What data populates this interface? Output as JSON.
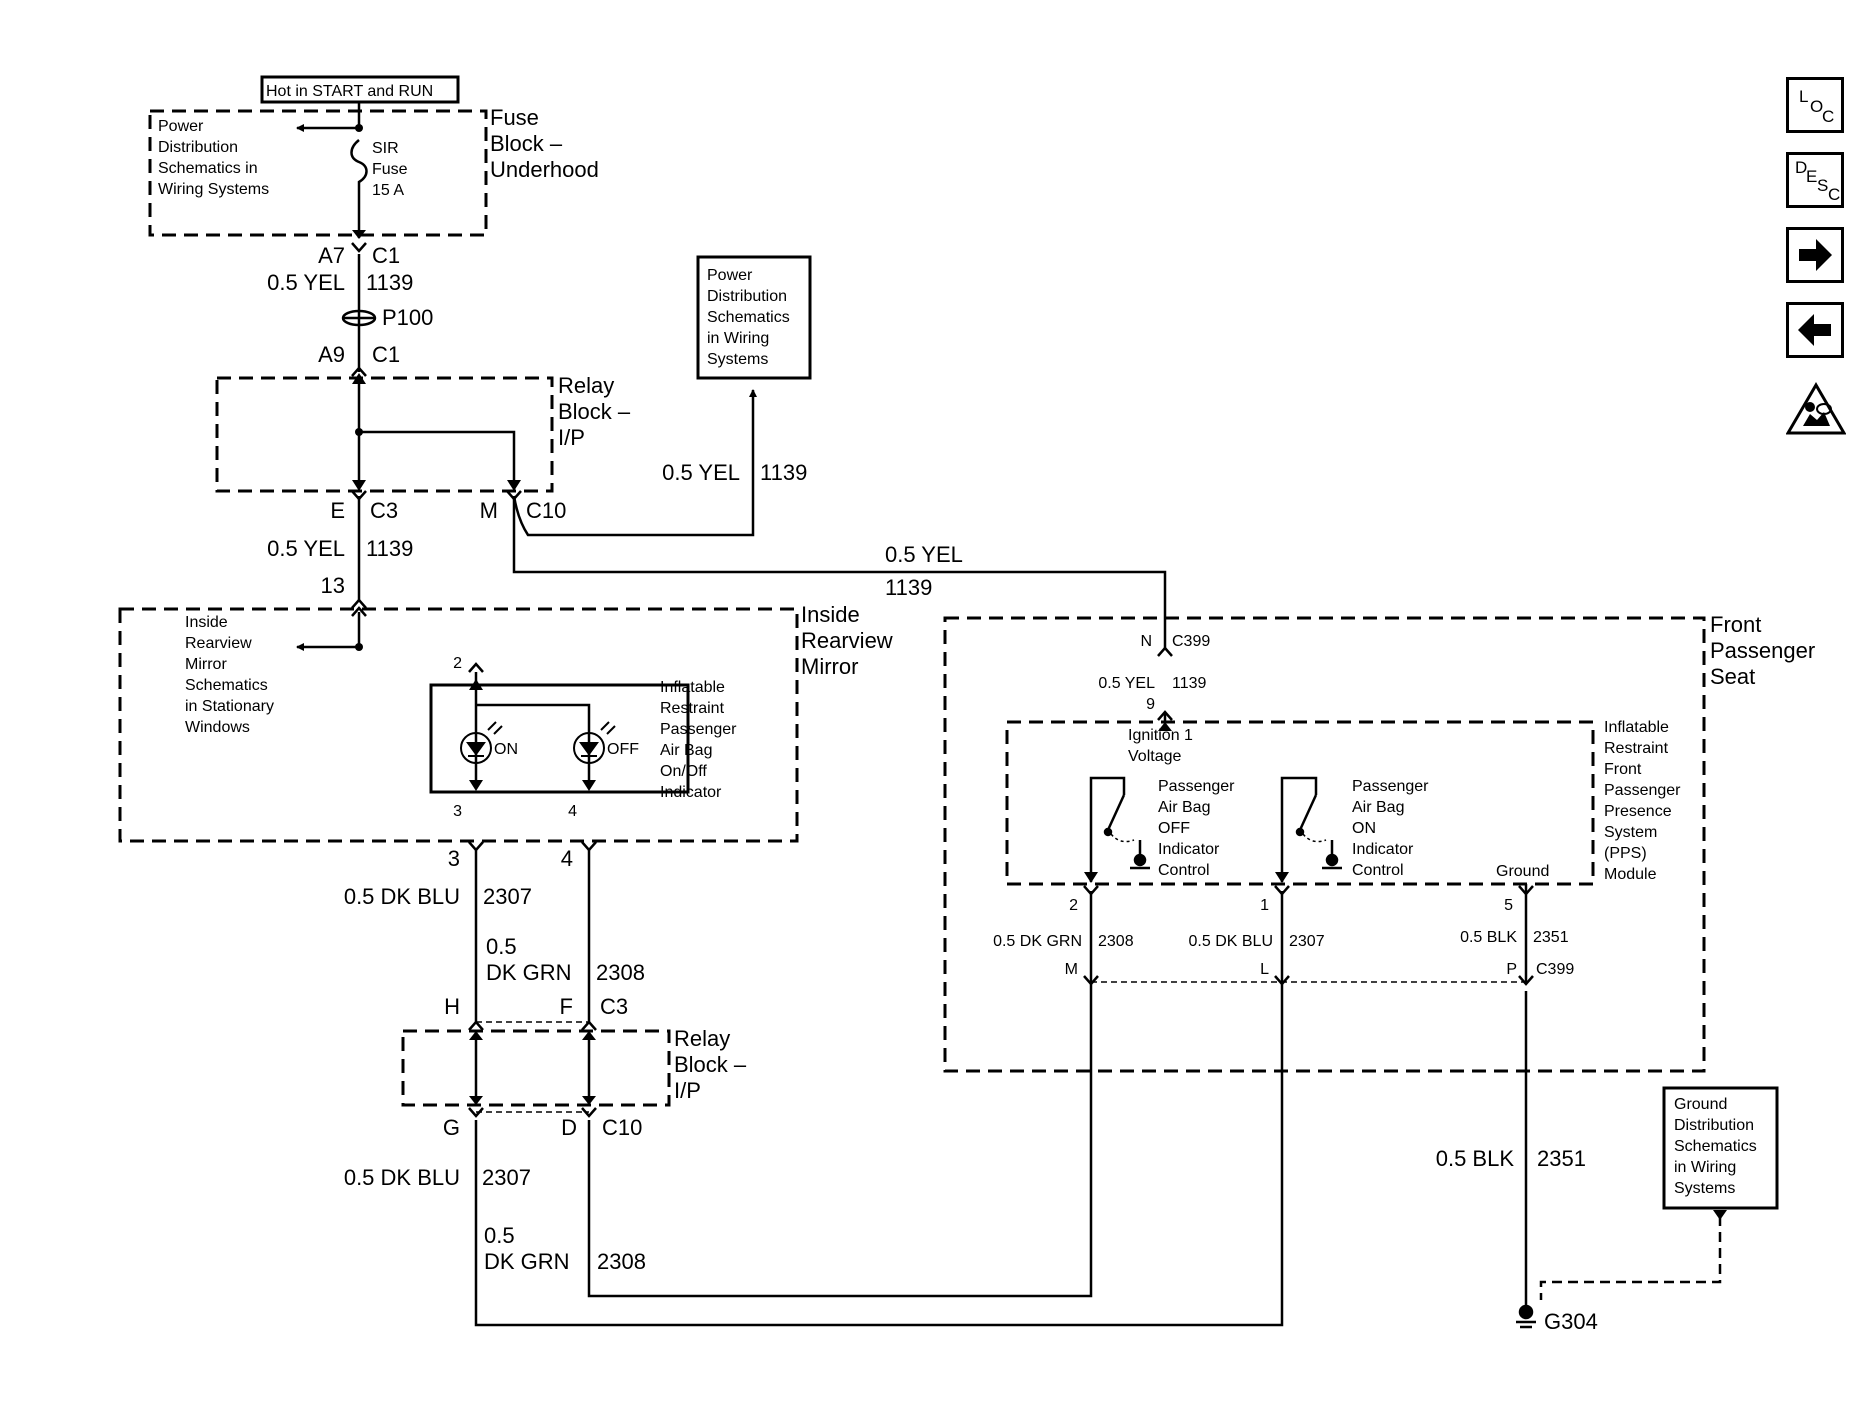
{
  "sidebar": {
    "loc": {
      "l": "L",
      "o": "O",
      "c": "C"
    },
    "desc": {
      "d": "D",
      "e": "E",
      "s": "S",
      "c": "C"
    },
    "next_arrow": "🡆",
    "prev_arrow": "🡄",
    "icons": [
      "location-icon",
      "description-icon",
      "arrow-right-icon",
      "arrow-left-icon",
      "airbag-warning-icon"
    ]
  },
  "labels": {
    "hot": "Hot in START and RUN",
    "pd1": [
      "Power",
      "Distribution",
      "Schematics in",
      "Wiring Systems"
    ],
    "sir": [
      "SIR",
      "Fuse",
      "15 A"
    ],
    "fuse_block": [
      "Fuse",
      "Block –",
      "Underhood"
    ],
    "a7": "A7",
    "c1a": "C1",
    "w1139a": "0.5 YEL",
    "n1139a": "1139",
    "p100": "P100",
    "a9": "A9",
    "c1b": "C1",
    "relay1": [
      "Relay",
      "Block –",
      "I/P"
    ],
    "pd2": [
      "Power",
      "Distribution",
      "Schematics",
      "in Wiring",
      "Systems"
    ],
    "w1139b": "0.5 YEL",
    "n1139b": "1139",
    "e": "E",
    "c3a": "C3",
    "m": "M",
    "c10a": "C10",
    "w1139c": "0.5 YEL",
    "n1139c": "1139",
    "w1139d": "0.5 YEL",
    "n1139d": "1139",
    "pin13": "13",
    "mirror_sch": [
      "Inside",
      "Rearview",
      "Mirror",
      "Schematics",
      "in Stationary",
      "Windows"
    ],
    "mirror": [
      "Inside",
      "Rearview",
      "Mirror"
    ],
    "pin2": "2",
    "indicator": [
      "Inflatable",
      "Restraint",
      "Passenger",
      "Air Bag",
      "On/Off",
      "Indicator"
    ],
    "on": "ON",
    "off": "OFF",
    "pin3i": "3",
    "pin4i": "4",
    "pin3o": "3",
    "pin4o": "4",
    "w2307a": "0.5 DK BLU",
    "n2307a": "2307",
    "w2308a1": "0.5",
    "w2308a2": "DK GRN",
    "n2308a": "2308",
    "h": "H",
    "f": "F",
    "c3b": "C3",
    "relay2": [
      "Relay",
      "Block –",
      "I/P"
    ],
    "g": "G",
    "d": "D",
    "c10b": "C10",
    "w2307b": "0.5 DK BLU",
    "n2307b": "2307",
    "w2308b1": "0.5",
    "w2308b2": "DK GRN",
    "n2308b": "2308",
    "seat": [
      "Front",
      "Passenger",
      "Seat"
    ],
    "n": "N",
    "c399a": "C399",
    "w1139e": "0.5 YEL",
    "n1139e": "1139",
    "pin9": "9",
    "ign": [
      "Ignition 1",
      "Voltage"
    ],
    "pps": [
      "Inflatable",
      "Restraint",
      "Front",
      "Passenger",
      "Presence",
      "System",
      "(PPS)",
      "Module"
    ],
    "sw_off": [
      "Passenger",
      "Air Bag",
      "OFF",
      "Indicator",
      "Control"
    ],
    "sw_on": [
      "Passenger",
      "Air Bag",
      "ON",
      "Indicator",
      "Control"
    ],
    "ground": "Ground",
    "pin2m": "2",
    "pin1m": "1",
    "pin5m": "5",
    "w2308c": "0.5 DK GRN",
    "n2308c": "2308",
    "w2307c": "0.5 DK BLU",
    "n2307c": "2307",
    "w2351a": "0.5 BLK",
    "n2351a": "2351",
    "pm": "M",
    "pl": "L",
    "pp": "P",
    "c399b": "C399",
    "gd": [
      "Ground",
      "Distribution",
      "Schematics",
      "in Wiring",
      "Systems"
    ],
    "w2351b": "0.5 BLK",
    "n2351b": "2351",
    "g304": "G304"
  }
}
